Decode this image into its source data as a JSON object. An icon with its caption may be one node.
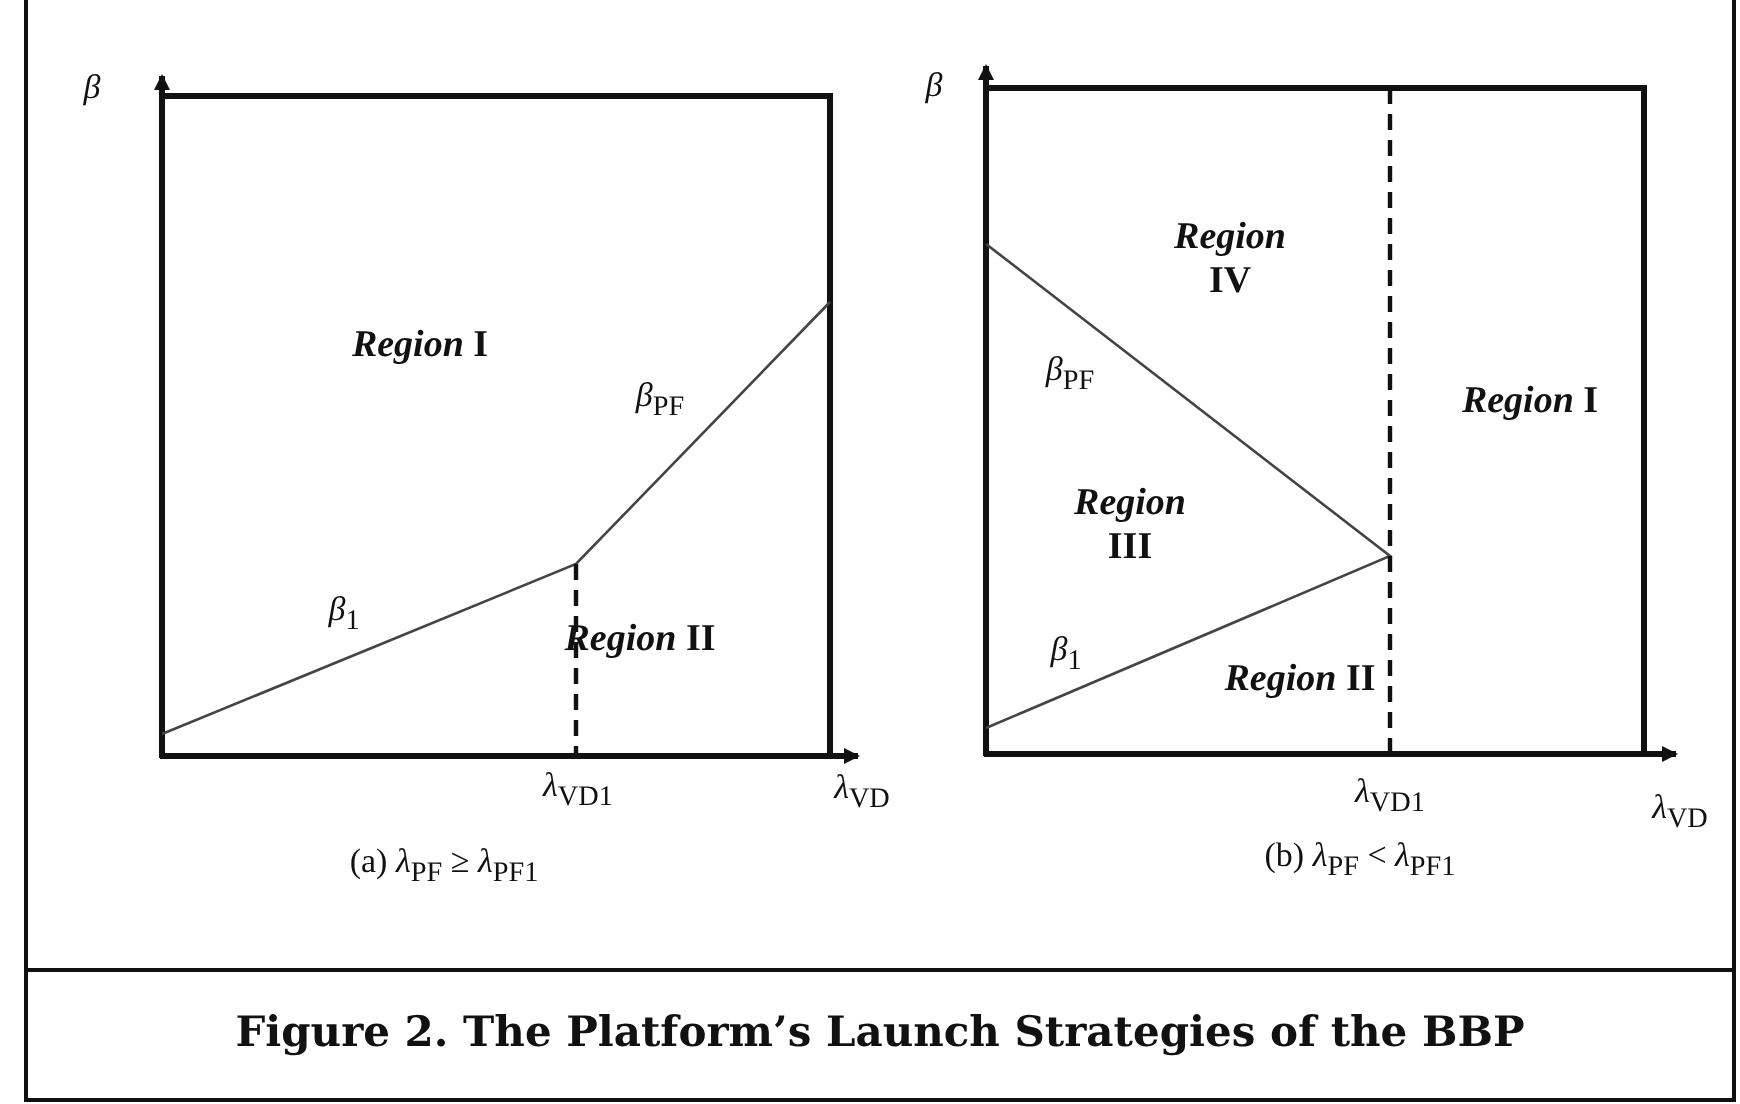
{
  "diagram": {
    "caption": "Figure 2. The Platform’s Launch Strategies of the BBP",
    "labels": [
      "*β*",
      "*Region* I",
      "*β*$_{PF}$",
      "*β*$_{1}$",
      "*Region* II",
      "*λ*$_{VD1}$",
      "*λ*$_{VD}$",
      "(a) *λ*$_{PF}$ ≥ *λ*$_{PF1}$",
      "*β*",
      "*Region* IV",
      "*β*$_{PF}$",
      "*Region* I",
      "*Region* III",
      "*β*$_{1}$",
      "*Region* II",
      "*λ*$_{VD1}$",
      "*λ*$_{VD}$",
      "(b) *λ*$_{PF}$ < *λ*$_{PF1}$"
    ]
  }
}
